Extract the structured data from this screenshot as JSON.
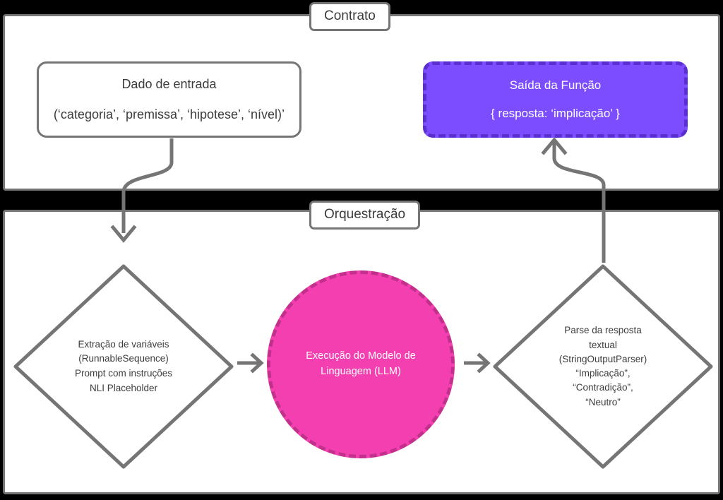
{
  "diagram": {
    "title_not_shown": "",
    "colors": {
      "panel_border": "#757575",
      "node_border": "#757575",
      "text": "#3c3c3c",
      "output_fill": "#7c4dff",
      "output_border": "#5b2ed0",
      "llm_fill": "#f43fb0",
      "llm_border": "#c2308c",
      "connector": "#757575",
      "background": "#000000",
      "panel_fill": "#ffffff"
    },
    "panels": [
      {
        "id": "contrato",
        "label": "Contrato"
      },
      {
        "id": "orquestracao",
        "label": "Orquestração"
      }
    ],
    "nodes": {
      "input": {
        "line1": "Dado de entrada",
        "line2": "(‘categoria’, ‘premissa’, ‘hipotese’, ‘nível)’"
      },
      "output": {
        "line1": "Saída da Função",
        "line2": "{ resposta: ‘implicação’ }"
      },
      "extraction": {
        "lines": [
          "Extração de variáveis",
          "(RunnableSequence)",
          "Prompt com instruções",
          "NLI Placeholder"
        ]
      },
      "llm": {
        "lines": [
          "Execução do Modelo de",
          "Linguagem (LLM)"
        ]
      },
      "parser": {
        "lines": [
          "Parse da resposta",
          "textual",
          "(StringOutputParser)",
          "“Implicação”,",
          "“Contradição”,",
          "“Neutro”"
        ]
      }
    },
    "connectors": [
      {
        "name": "input-to-extraction",
        "from": "input",
        "to": "extraction",
        "style": "s-curve-arrow-down"
      },
      {
        "name": "extraction-to-llm",
        "from": "extraction",
        "to": "llm",
        "style": "straight-arrow-right"
      },
      {
        "name": "llm-to-parser",
        "from": "llm",
        "to": "parser",
        "style": "straight-arrow-right"
      },
      {
        "name": "parser-to-output",
        "from": "parser",
        "to": "output",
        "style": "s-curve-arrow-up"
      }
    ]
  }
}
